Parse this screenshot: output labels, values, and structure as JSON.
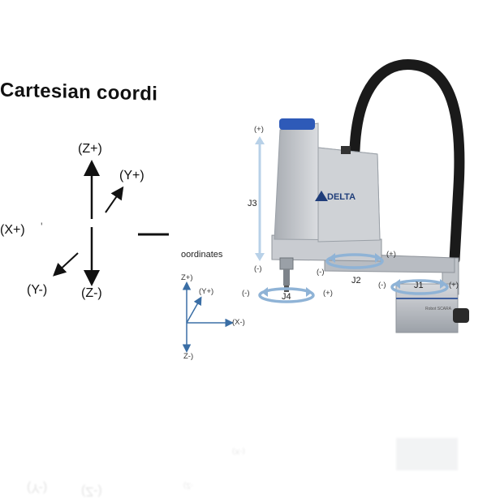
{
  "left_panel": {
    "title": "Cartesian coordi",
    "axes": {
      "z_plus": "(Z+)",
      "y_plus": "(Y+)",
      "x_plus": "(X+)",
      "y_minus": "(Y-)",
      "z_minus": "(Z-)"
    }
  },
  "small_frame": {
    "title": "oordinates",
    "z_plus": "Z+)",
    "y_plus": "(Y+)",
    "x_minus": "(X-)",
    "z_minus": "Z-)"
  },
  "robot": {
    "brand": "DELTA",
    "j3": {
      "label": "J3",
      "plus": "(+)",
      "minus": "(-)"
    },
    "j2": {
      "label": "J2",
      "plus": "(+)",
      "minus": "(-)"
    },
    "j1": {
      "label": "J1",
      "plus": "(+)",
      "minus": "(-)"
    },
    "j4": {
      "label": "J4",
      "plus": "(+)",
      "minus": "(-)"
    }
  },
  "reflection": {
    "y_minus": "(Y-)",
    "z_minus": "(Z-)",
    "x_minus": "(X-)",
    "z_minus_small": "(Z-"
  },
  "colors": {
    "arm_body": "#c9ccd1",
    "arm_dark": "#8e939a",
    "cable": "#1a1a1a",
    "accent_blue": "#2e5ab8",
    "rotation_arrow": "#8fb3d6"
  }
}
